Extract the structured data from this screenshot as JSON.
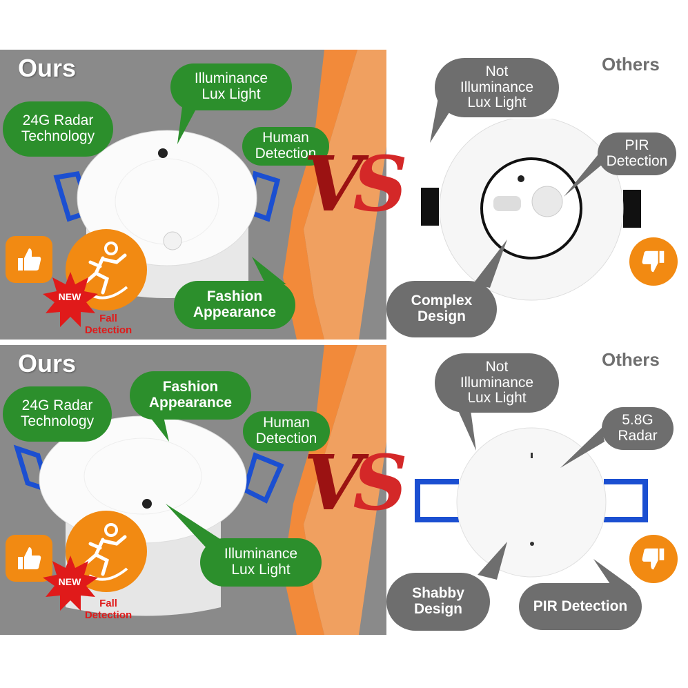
{
  "top": {
    "ours_label": "Ours",
    "others_label": "Others",
    "ours_bubbles": {
      "illuminance": "Illuminance\nLux Light",
      "radar": "24G Radar\nTechnology",
      "human": "Human\nDetection",
      "fashion": "Fashion\nAppearance"
    },
    "badge": "NEW",
    "fall": "Fall\nDetection",
    "vs": {
      "v": "V",
      "s": "S"
    },
    "others_bubbles": {
      "not_illuminance": "Not\nIlluminance\nLux Light",
      "pir": "PIR\nDetection",
      "complex": "Complex\nDesign"
    }
  },
  "bottom": {
    "ours_label": "Ours",
    "others_label": "Others",
    "ours_bubbles": {
      "radar": "24G Radar\nTechnology",
      "fashion": "Fashion\nAppearance",
      "human": "Human\nDetection",
      "illuminance": "Illuminance\nLux Light"
    },
    "badge": "NEW",
    "fall": "Fall\nDetection",
    "vs": {
      "v": "V",
      "s": "S"
    },
    "others_bubbles": {
      "not_illuminance": "Not\nIlluminance\nLux Light",
      "radar58": "5.8G\nRadar",
      "shabby": "Shabby\nDesign",
      "pir": "PIR Detection"
    }
  },
  "colors": {
    "green": "#2c8f2c",
    "gray_bubble": "#6e6e6e",
    "orange": "#f28a12",
    "red": "#e01a1a",
    "panel_gray": "#8a8a8a"
  },
  "icons": [
    "thumbs-up-icon",
    "thumbs-down-icon",
    "fall-person-icon",
    "new-starburst-icon"
  ]
}
